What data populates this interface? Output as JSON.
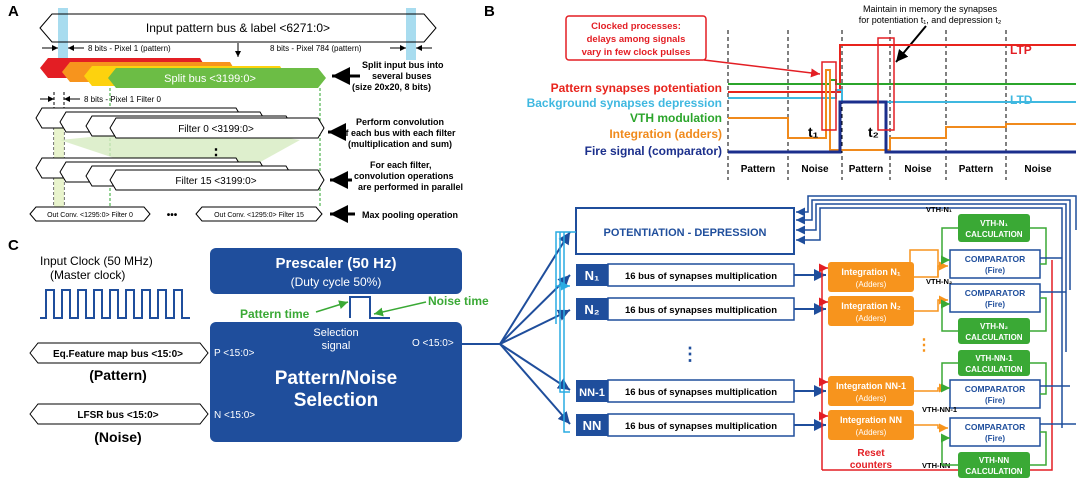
{
  "panelA": {
    "label": "A",
    "input_bus": "Input pattern bus & label <6271:0>",
    "pixel1": "8 bits - Pixel 1 (pattern)",
    "pixel784": "8 bits - Pixel 784 (pattern)",
    "split_bus": "Split bus <3199:0>",
    "split_note": [
      "Split input bus into",
      "several buses",
      "(size 20x20, 8 bits)"
    ],
    "filter_bits": "8 bits - Pixel 1 Filter 0",
    "filter0": "Filter 0 <3199:0>",
    "filter15": "Filter 15 <3199:0>",
    "ellipsis": "⋮",
    "conv_note": [
      "Perform convolution",
      "of each bus with each filter",
      "(multiplication and sum)"
    ],
    "parallel_note": [
      "For each filter,",
      "convolution operations",
      "are performed in parallel"
    ],
    "out0": "Out Conv. <1295:0> Filter 0",
    "out15": "Out Conv. <1295:0> Filter 15",
    "dots": "•••",
    "pool_note": "Max pooling operation"
  },
  "panelB": {
    "label": "B",
    "callout": [
      "Clocked processes:",
      "delays among signals",
      "vary in few clock pulses"
    ],
    "memory_note": [
      "Maintain in memory the synapses",
      "for potentiation t₁, and depression t₂"
    ],
    "signals": [
      {
        "name": "Pattern synapses potentiation",
        "color": "#e8231c"
      },
      {
        "name": "Background synapses depression",
        "color": "#3fb8e0"
      },
      {
        "name": "VTH modulation",
        "color": "#2ba52b"
      },
      {
        "name": "Integration (adders)",
        "color": "#f08a1c"
      },
      {
        "name": "Fire signal (comparator)",
        "color": "#1b2f8c"
      }
    ],
    "ltp": "LTP",
    "ltd": "LTD",
    "t1": "t₁",
    "t2": "t₂",
    "phases": [
      "Pattern",
      "Noise",
      "Pattern",
      "Noise",
      "Pattern",
      "Noise"
    ]
  },
  "panelC": {
    "label": "C",
    "clock_title": "Input Clock (50 MHz)",
    "clock_sub": "(Master clock)",
    "prescaler": "Prescaler (50 Hz)",
    "prescaler_sub": "(Duty cycle 50%)",
    "pattern_time": "Pattern time",
    "noise_time": "Noise time",
    "selection_signal": [
      "Selection",
      "signal"
    ],
    "eq_bus": "Eq.Feature map bus <15:0>",
    "pattern_label": "(Pattern)",
    "lfsr_bus": "LFSR bus <15:0>",
    "noise_label": "(Noise)",
    "p_port": "P <15:0>",
    "n_port": "N <15:0>",
    "o_port": "O <15:0>",
    "selection_title": [
      "Pattern/Noise",
      "Selection"
    ],
    "pot_dep": "POTENTIATION - DEPRESSION",
    "neurons": [
      {
        "id": "N₁",
        "mult": "16 bus of synapses multiplication",
        "integ": "Integration N₁",
        "vth": "VTH-N₁",
        "calc": "VTH-N₁ CALCULATION"
      },
      {
        "id": "N₂",
        "mult": "16 bus of synapses multiplication",
        "integ": "Integration N₂",
        "vth": "VTH-N₂",
        "calc": "VTH-N₂ CALCULATION"
      },
      {
        "id": "NN-1",
        "mult": "16 bus of synapses multiplication",
        "integ": "Integration NN-1",
        "vth": "VTH-NN-1",
        "calc": "VTH-NN-1 CALCULATION"
      },
      {
        "id": "NN",
        "mult": "16 bus of synapses multiplication",
        "integ": "Integration NN",
        "vth": "VTH-NN",
        "calc": "VTH-NN CALCULATION"
      }
    ],
    "adders": "(Adders)",
    "comparator": "COMPARATOR",
    "fire": "(Fire)",
    "reset": [
      "Reset",
      "counters"
    ]
  },
  "colors": {
    "blue": "#1f4e9c",
    "orange": "#f7941d",
    "green": "#3aa935",
    "red": "#e31e24",
    "light_blue": "#29abe2"
  }
}
